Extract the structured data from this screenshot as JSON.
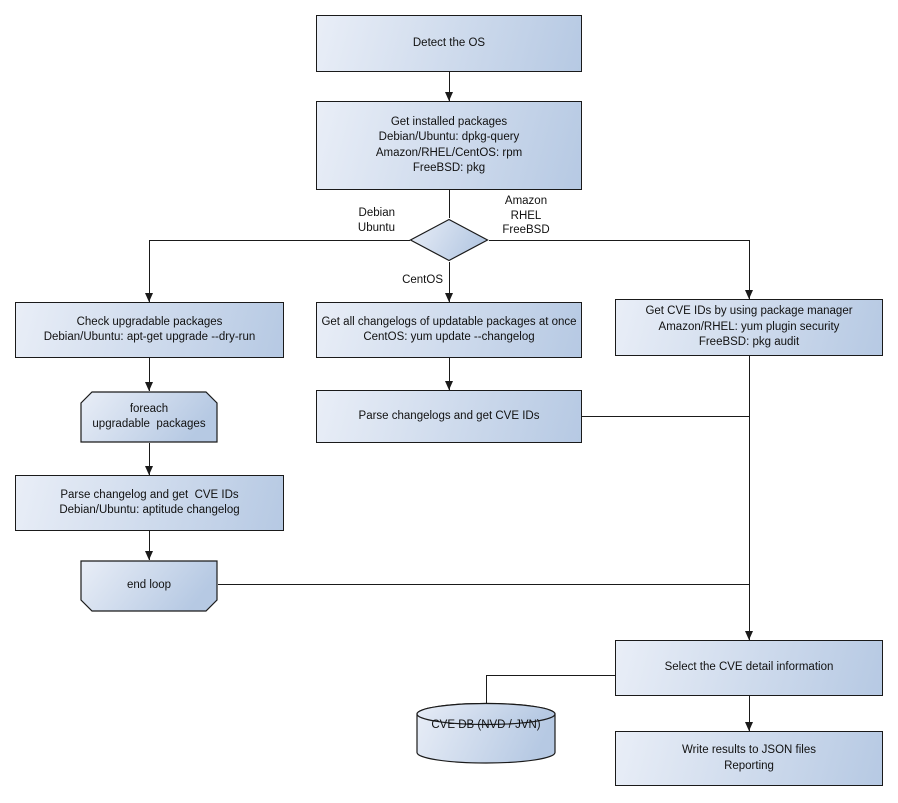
{
  "colors": {
    "node_fill_light": "#e9eef7",
    "node_fill_dark": "#b6c9e3",
    "border": "#1a1a1a",
    "background": "#ffffff",
    "text": "#111111"
  },
  "nodes": {
    "detect_os": "Detect the OS",
    "get_installed_packages": "Get installed packages\nDebian/Ubuntu: dpkg-query\nAmazon/RHEL/CentOS: rpm\nFreeBSD: pkg",
    "check_upgradable": "Check upgradable packages\nDebian/Ubuntu: apt-get upgrade --dry-run",
    "foreach_loop": "foreach\nupgradable  packages",
    "parse_changelog": "Parse changelog and get  CVE IDs\nDebian/Ubuntu: aptitude changelog",
    "end_loop": "end loop",
    "get_all_changelogs": "Get all changelogs of updatable packages at once\nCentOS: yum update --changelog",
    "parse_changelogs": "Parse changelogs and get CVE IDs",
    "get_cve_ids_pkg_manager": "Get CVE IDs by using package manager\nAmazon/RHEL: yum plugin security\nFreeBSD: pkg audit",
    "select_cve_detail": "Select the CVE detail information",
    "write_results": "Write results to JSON files\nReporting",
    "cve_db": "CVE DB (NVD / JVN)"
  },
  "edge_labels": {
    "left_branch": "Debian\nUbuntu",
    "right_branch": "Amazon\nRHEL\nFreeBSD",
    "down_branch": "CentOS"
  }
}
